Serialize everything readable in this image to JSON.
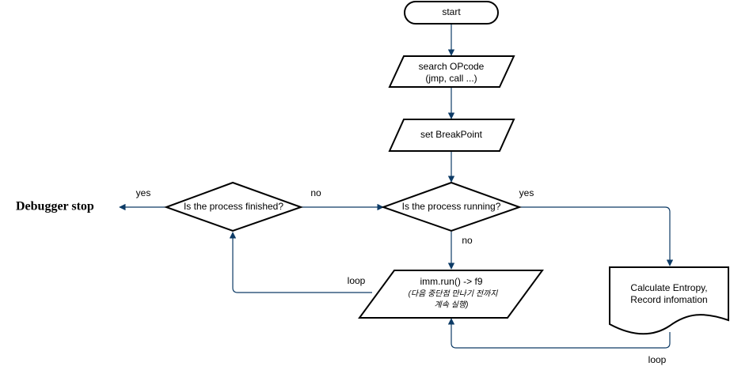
{
  "flowchart": {
    "start": "start",
    "search_opcode": {
      "line1": "search OPcode",
      "line2": "(jmp, call ...)"
    },
    "set_breakpoint": "set BreakPoint",
    "is_running": "Is the process running?",
    "is_finished": "Is the process finished?",
    "imm_run": {
      "line1": "imm.run() -> f9",
      "line2": "(다음 중단점 만나기 전까지",
      "line3": "계속 실행)"
    },
    "calc_entropy": {
      "line1": "Calculate Entropy,",
      "line2": "Record infomation"
    },
    "debugger_stop": "Debugger stop"
  },
  "edge_labels": {
    "finished_yes": "yes",
    "finished_no": "no",
    "running_yes": "yes",
    "running_no": "no",
    "loop_left": "loop",
    "loop_bottom": "loop"
  },
  "colors": {
    "edge": "#0d3b66",
    "shape_stroke": "#000000",
    "fill": "#ffffff"
  }
}
